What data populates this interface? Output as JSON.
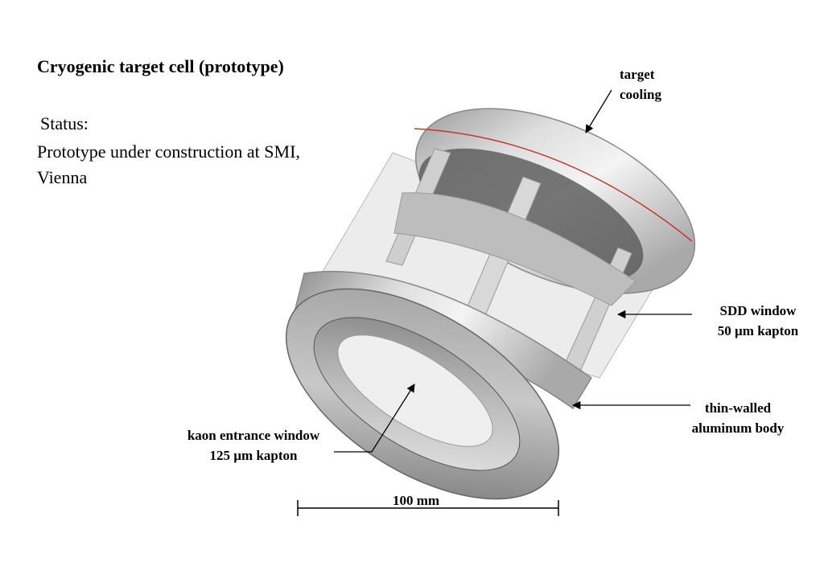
{
  "title": "Cryogenic target cell (prototype)",
  "status": {
    "label": "Status:",
    "text": "Prototype under construction at SMI, Vienna"
  },
  "labels": {
    "target_cooling": [
      "target",
      "cooling"
    ],
    "sdd_window": [
      "SDD window",
      "50 µm kapton"
    ],
    "thin_walled": [
      "thin-walled",
      "aluminum body"
    ],
    "kaon_window": [
      "kaon entrance window",
      "125 µm kapton"
    ]
  },
  "scale_bar": {
    "label": "100 mm"
  }
}
